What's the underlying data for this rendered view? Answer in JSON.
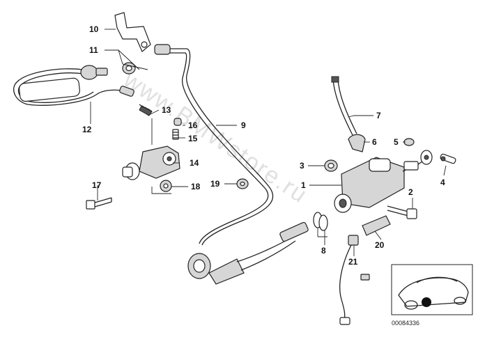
{
  "diagram": {
    "watermark": "www.BMWstore.ru",
    "doc_number": "00084336",
    "callouts": [
      {
        "id": "1",
        "label": "1"
      },
      {
        "id": "2",
        "label": "2"
      },
      {
        "id": "3",
        "label": "3"
      },
      {
        "id": "4",
        "label": "4"
      },
      {
        "id": "5",
        "label": "5"
      },
      {
        "id": "6",
        "label": "6"
      },
      {
        "id": "7",
        "label": "7"
      },
      {
        "id": "8",
        "label": "8"
      },
      {
        "id": "9",
        "label": "9"
      },
      {
        "id": "10",
        "label": "10"
      },
      {
        "id": "11",
        "label": "11"
      },
      {
        "id": "12",
        "label": "12"
      },
      {
        "id": "13",
        "label": "13"
      },
      {
        "id": "14",
        "label": "14"
      },
      {
        "id": "15",
        "label": "15"
      },
      {
        "id": "16",
        "label": "16"
      },
      {
        "id": "17",
        "label": "17"
      },
      {
        "id": "18",
        "label": "18"
      },
      {
        "id": "19",
        "label": "19"
      },
      {
        "id": "20",
        "label": "20"
      },
      {
        "id": "21",
        "label": "21"
      }
    ]
  }
}
